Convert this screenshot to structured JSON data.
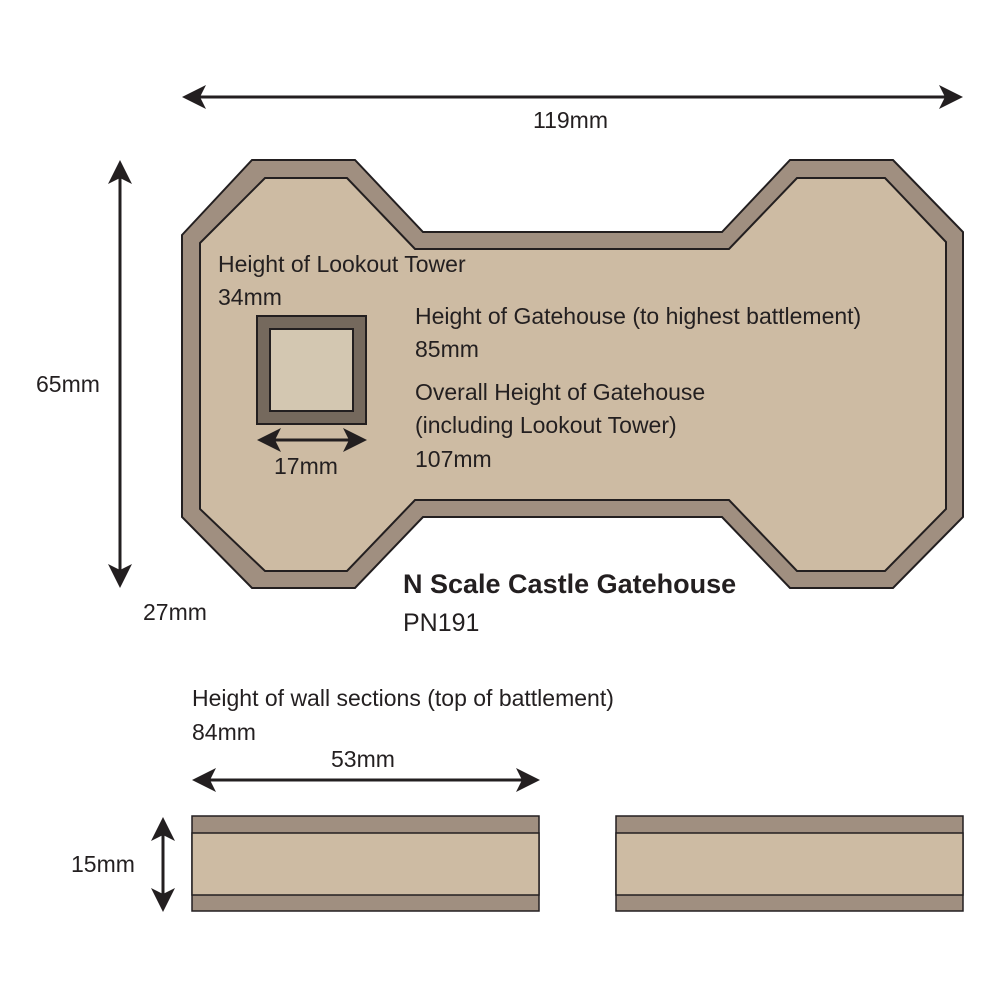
{
  "colors": {
    "wall": "#a08f80",
    "floor": "#cdbba3",
    "tower_outer": "#75695d",
    "tower_inner": "#d3c7b1",
    "line": "#231f20"
  },
  "dims": {
    "width": "119mm",
    "depth": "65mm",
    "corner": "27mm",
    "tower_width": "17mm",
    "wall_length": "53mm",
    "wall_depth": "15mm"
  },
  "labels": {
    "lookout_title": "Height of Lookout Tower",
    "lookout_value": "34mm",
    "gatehouse_title": "Height of Gatehouse (to highest battlement)",
    "gatehouse_value": "85mm",
    "overall_title": "Overall Height of Gatehouse",
    "overall_sub": "(including Lookout Tower)",
    "overall_value": "107mm",
    "product_name": "N Scale Castle Gatehouse",
    "product_code": "PN191",
    "wall_title": "Height of wall sections (top of battlement)",
    "wall_value": "84mm"
  }
}
